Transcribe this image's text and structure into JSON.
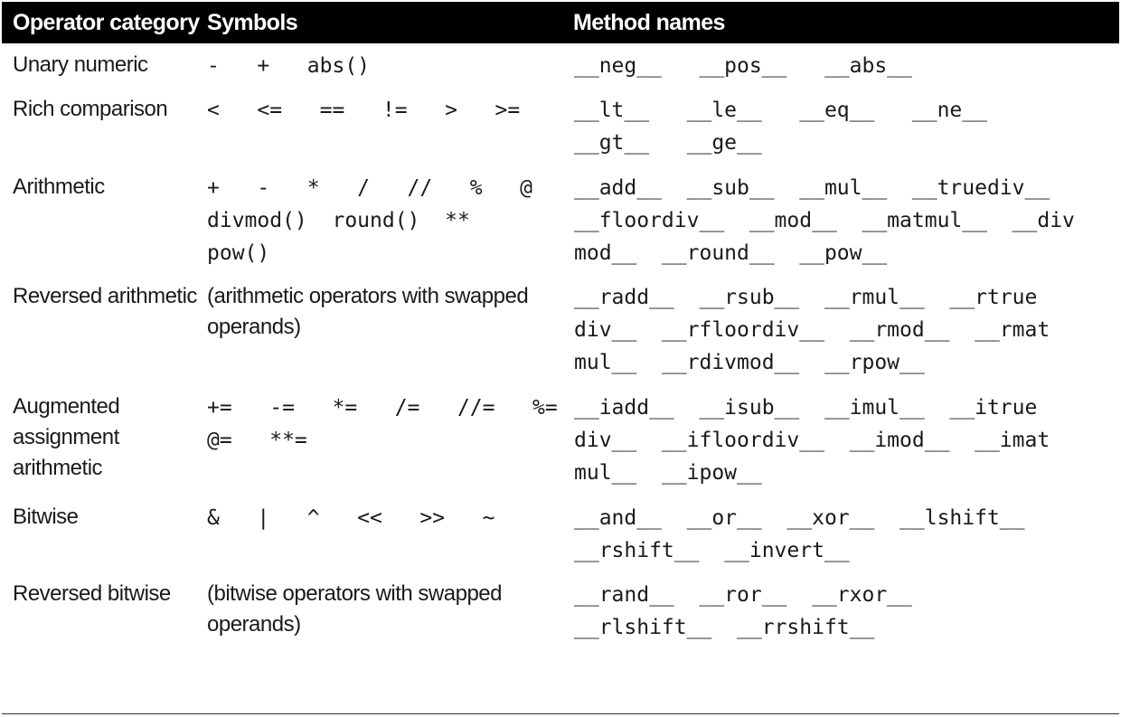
{
  "table": {
    "headers": {
      "category": "Operator category",
      "symbols": "Symbols",
      "methods": "Method names"
    },
    "rows": [
      {
        "category": [
          "Unary numeric"
        ],
        "symbols_mono": [
          "-   +   abs()"
        ],
        "symbols_text": [],
        "methods": [
          "__neg__   __pos__   __abs__"
        ]
      },
      {
        "category": [
          "Rich comparison"
        ],
        "symbols_mono": [
          "<   <=   ==   !=   >   >="
        ],
        "symbols_text": [],
        "methods": [
          "__lt__   __le__   __eq__   __ne__",
          "__gt__   __ge__"
        ]
      },
      {
        "category": [
          "Arithmetic"
        ],
        "symbols_mono": [
          "+   -   *   /   //   %   @",
          "divmod()  round()  **",
          "pow()"
        ],
        "symbols_text": [],
        "methods": [
          "__add__  __sub__  __mul__  __truediv__",
          "__floordiv__  __mod__  __matmul__  __div",
          "mod__  __round__  __pow__"
        ]
      },
      {
        "category": [
          "Reversed arithmetic"
        ],
        "symbols_mono": [],
        "symbols_text": [
          "(arithmetic operators with swapped",
          "operands)"
        ],
        "methods": [
          "__radd__  __rsub__  __rmul__  __rtrue",
          "div__  __rfloordiv__  __rmod__  __rmat",
          "mul__  __rdivmod__  __rpow__"
        ]
      },
      {
        "category": [
          "Augmented",
          "assignment",
          "arithmetic"
        ],
        "symbols_mono": [
          "+=   -=   *=   /=   //=   %=",
          "@=   **="
        ],
        "symbols_text": [],
        "methods": [
          "__iadd__  __isub__  __imul__  __itrue",
          "div__  __ifloordiv__  __imod__  __imat",
          "mul__  __ipow__"
        ]
      },
      {
        "category": [
          "Bitwise"
        ],
        "symbols_mono": [
          "&   |   ^   <<   >>   ~"
        ],
        "symbols_text": [],
        "methods": [
          "__and__  __or__  __xor__  __lshift__",
          "__rshift__  __invert__"
        ]
      },
      {
        "category": [
          "Reversed bitwise"
        ],
        "symbols_mono": [],
        "symbols_text": [
          "(bitwise operators with swapped",
          "operands)"
        ],
        "methods": [
          "__rand__  __ror__  __rxor__",
          "__rlshift__  __rrshift__"
        ]
      }
    ]
  }
}
